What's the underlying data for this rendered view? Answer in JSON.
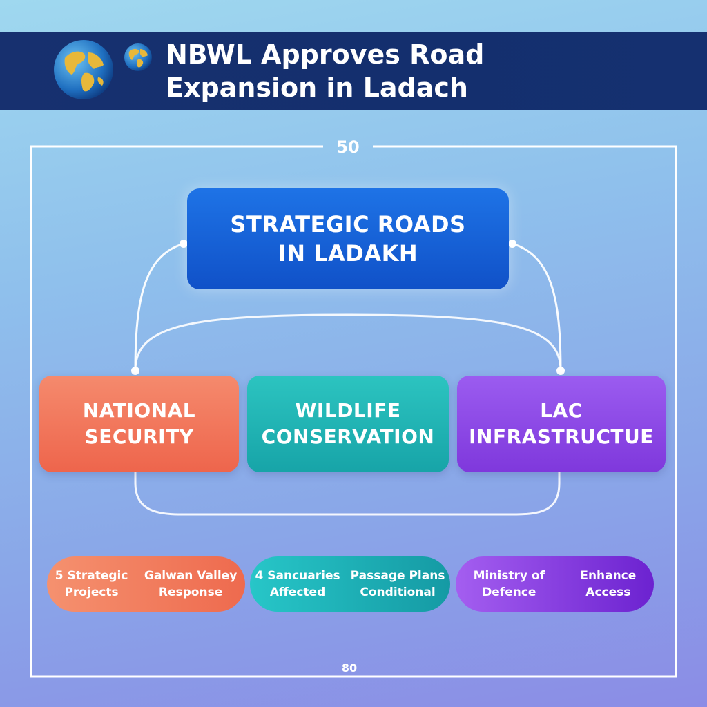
{
  "header": {
    "title_line1": "NBWL Approves Road",
    "title_line2": "Expansion in Ladach",
    "icons": [
      "globe-icon",
      "globe-icon"
    ]
  },
  "frame": {
    "top_number": "50",
    "bottom_number": "80"
  },
  "main_node": {
    "line1": "STRATEGIC ROADS",
    "line2": "IN LADAKH"
  },
  "categories": [
    {
      "line1": "NATIONAL",
      "line2": "SECURITY",
      "color": "#ee654c"
    },
    {
      "line1": "WILDLIFE",
      "line2": "CONSERVATION",
      "color": "#17a4a8"
    },
    {
      "line1": "LAC",
      "line2": "INFRASTRUCTUE",
      "color": "#7f38dc"
    }
  ],
  "details": [
    {
      "items": [
        {
          "line1": "5 Strategic",
          "line2": "Projects"
        },
        {
          "line1": "Galwan Valley",
          "line2": "Response"
        }
      ]
    },
    {
      "items": [
        {
          "line1": "4 Sancuaries",
          "line2": "Affected"
        },
        {
          "line1": "Passage Plans",
          "line2": "Conditional"
        }
      ]
    },
    {
      "items": [
        {
          "line1": "Ministry of",
          "line2": "Defence"
        },
        {
          "line1": "Enhance",
          "line2": "Access"
        }
      ]
    }
  ]
}
